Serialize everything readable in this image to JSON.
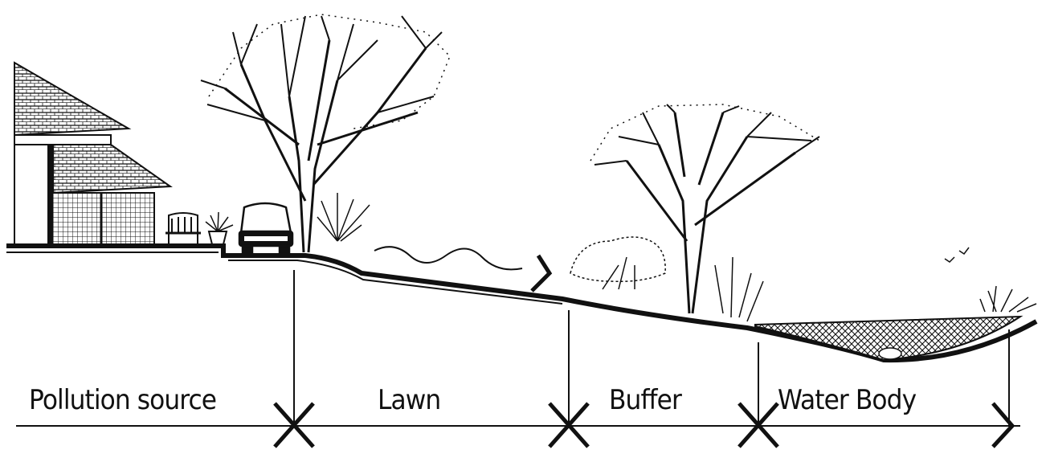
{
  "diagram": {
    "zones": [
      {
        "label": "Pollution source"
      },
      {
        "label": "Lawn"
      },
      {
        "label": "Buffer"
      },
      {
        "label": "Water Body"
      }
    ]
  },
  "colors": {
    "ink": "#111111",
    "paper": "#ffffff"
  }
}
